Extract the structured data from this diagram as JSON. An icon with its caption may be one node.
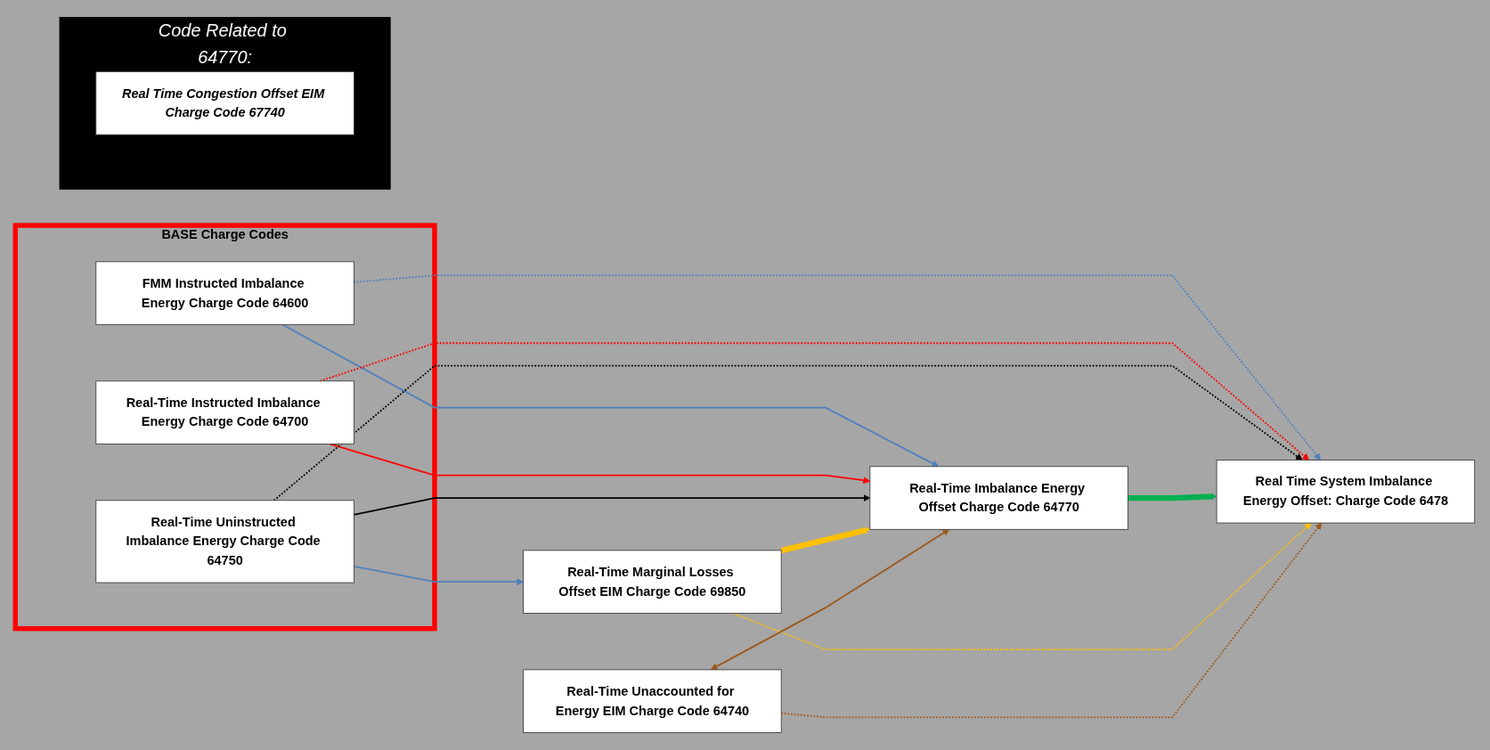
{
  "diagram": {
    "nodes": [
      {
        "text": [
          "BASE Charge Codes"
        ]
      },
      {
        "text": [
          "FMM Instructed Imbalance Energy Charge Code 64600"
        ],
        "in": 0
      },
      {
        "text": [
          "Real-Time Instructed Imbalance Energy Charge Code 64700"
        ],
        "in": 0
      },
      {
        "text": [
          "Real-Time Uninstructed Imbalance Energy Charge Code 64750"
        ],
        "in": 0
      },
      {
        "text": [
          "Real Time System Imbalance Energy Offset: Charge Code 6478"
        ]
      },
      {
        "text": [
          "Real-Time Imbalance Energy Offset Charge Code 64770"
        ]
      },
      {
        "text": [
          "Real-Time Unaccounted for Energy EIM Charge Code 64740"
        ]
      },
      {
        "text": [
          "Real-Time Marginal Losses Offset EIM Charge Code 69850"
        ]
      },
      {
        "text": [
          "Code Related to 64770:"
        ]
      },
      {
        "text": [
          "Real Time Congestion Offset EIM Charge Code 67740"
        ],
        "in": 8
      }
    ],
    "edges": [
      {
        "from": 1,
        "to": 4,
        "arrow": "to",
        "style": "dashed",
        "color": "#4f81bd"
      },
      {
        "from": 1,
        "to": 5,
        "arrow": "to",
        "color": "#4f81bd"
      },
      {
        "from": 2,
        "to": 4,
        "arrow": "to",
        "style": "dashed",
        "color": "#ff0000"
      },
      {
        "from": 2,
        "to": 5,
        "arrow": "to",
        "color": "#ff0000"
      },
      {
        "from": 3,
        "to": 4,
        "arrow": "to",
        "style": "dashed",
        "color": "#000000"
      },
      {
        "from": 3,
        "to": 5,
        "arrow": "to",
        "color": "#000000"
      },
      {
        "from": 5,
        "to": 4,
        "arrow": "to",
        "style": "thick",
        "color": "#00b050"
      },
      {
        "from": 3,
        "to": 7,
        "arrow": "to",
        "color": "#4f81bd"
      },
      {
        "from": 7,
        "to": 5,
        "arrow": "to",
        "style": "thick",
        "color": "#ffc000"
      },
      {
        "from": 7,
        "to": 4,
        "arrow": "to",
        "style": "dashed",
        "color": "#ffc000"
      },
      {
        "from": 6,
        "to": 5,
        "arrow": "both",
        "color": "#9c5a1e"
      },
      {
        "from": 6,
        "to": 4,
        "arrow": "to",
        "style": "dashed",
        "color": "#9c5a1e"
      }
    ]
  }
}
